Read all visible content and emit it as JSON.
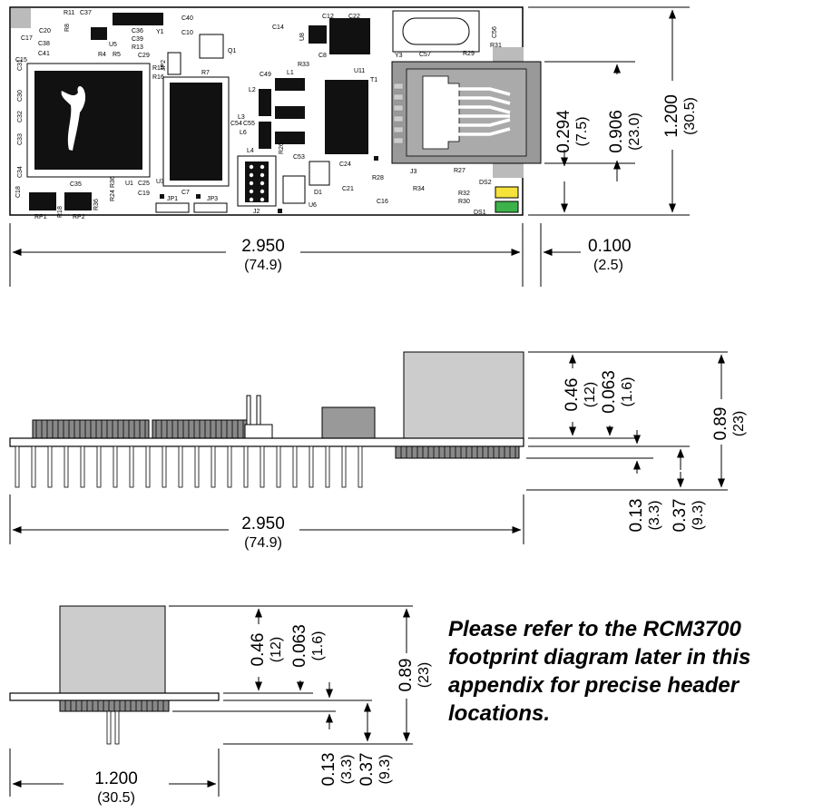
{
  "top_view": {
    "labels": {
      "u1": "U1",
      "u3": "U3",
      "u5": "U5",
      "u6": "U6",
      "u8": "U8",
      "u11": "U11",
      "y1": "Y1",
      "y3": "Y3",
      "q1": "Q1",
      "t1": "T1",
      "j2": "J2",
      "j3": "J3",
      "l1": "L1",
      "l2": "L2",
      "l3": "L3",
      "l4": "L4",
      "l6": "L6",
      "d1": "D1",
      "ds1": "DS1",
      "ds2": "DS2",
      "jp1": "JP1",
      "jp2": "JP2",
      "jp3": "JP3",
      "rp1": "RP1",
      "rp2": "RP2",
      "c7": "C7",
      "c8": "C8",
      "c10": "C10",
      "c12": "C12",
      "c14": "C14",
      "c15": "C15",
      "c16": "C16",
      "c17": "C17",
      "c18": "C18",
      "c19": "C19",
      "c20": "C20",
      "c21": "C21",
      "c22": "C22",
      "c24": "C24",
      "c25": "C25",
      "c29": "C29",
      "c30": "C30",
      "c31": "C31",
      "c32": "C32",
      "c33": "C33",
      "c34": "C34",
      "c35": "C35",
      "c36": "C36",
      "c37": "C37",
      "c38": "C38",
      "c39": "C39",
      "c40": "C40",
      "c41": "C41",
      "c49": "C49",
      "c53": "C53",
      "c54": "C54",
      "c55": "C55",
      "c56": "C56",
      "c57": "C57",
      "r4": "R4",
      "r5": "R5",
      "r7": "R7",
      "r8": "R8",
      "r11": "R11",
      "r13": "R13",
      "r15": "R15",
      "r16": "R16",
      "r18": "R18",
      "r24": "R24",
      "r26": "R26",
      "r27": "R27",
      "r28": "R28",
      "r29": "R29",
      "r30": "R30",
      "r31": "R31",
      "r32": "R32",
      "r33": "R33",
      "r34": "R34",
      "r36": "R36"
    },
    "dims": {
      "width": "2.950",
      "width_mm": "(74.9)",
      "overhang": "0.100",
      "overhang_mm": "(2.5)",
      "jack_offset": "0.294",
      "jack_offset_mm": "(7.5)",
      "jack_width": "0.906",
      "jack_width_mm": "(23.0)",
      "height": "1.200",
      "height_mm": "(30.5)"
    }
  },
  "side_view": {
    "dims": {
      "h1": "0.46",
      "h1_mm": "(12)",
      "h2": "0.063",
      "h2_mm": "(1.6)",
      "h3": "0.89",
      "h3_mm": "(23)",
      "h4": "0.13",
      "h4_mm": "(3.3)",
      "h5": "0.37",
      "h5_mm": "(9.3)",
      "width": "2.950",
      "width_mm": "(74.9)"
    }
  },
  "end_view": {
    "dims": {
      "h1": "0.46",
      "h1_mm": "(12)",
      "h2": "0.063",
      "h2_mm": "(1.6)",
      "h3": "0.89",
      "h3_mm": "(23)",
      "h4": "0.13",
      "h4_mm": "(3.3)",
      "h5": "0.37",
      "h5_mm": "(9.3)",
      "width": "1.200",
      "width_mm": "(30.5)"
    }
  },
  "note": "Please refer to the RCM3700 footprint diagram later in this appendix for precise header locations."
}
